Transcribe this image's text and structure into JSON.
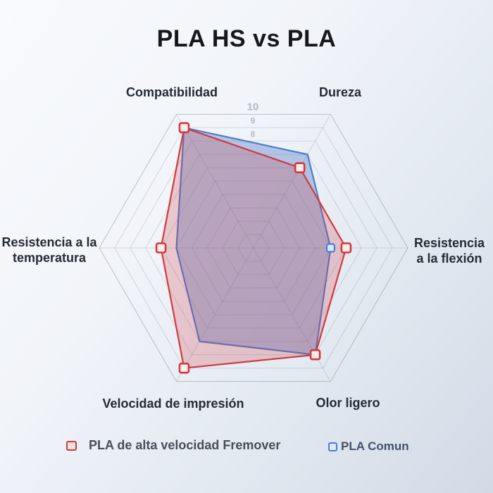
{
  "title": "PLA HS vs PLA",
  "chart_data": {
    "type": "radar",
    "title": "PLA HS vs PLA",
    "categories": [
      "Compatibilidad",
      "Dureza",
      "Resistencia a la flexión",
      "Olor ligero",
      "Velocidad de impresión",
      "Resistencia a la temperatura"
    ],
    "series": [
      {
        "name": "PLA de alta velocidad Fremover",
        "values": [
          9,
          6,
          6,
          8,
          9,
          6
        ],
        "color": "#cf3a40",
        "fill": "rgba(208,58,66,0.24)",
        "marker": "square",
        "marker_points": "all"
      },
      {
        "name": "PLA Comun",
        "values": [
          9,
          7,
          5,
          8,
          7,
          5
        ],
        "color": "#4e7ec9",
        "fill": "rgba(86,127,199,0.40)",
        "marker": "square",
        "marker_points": [
          2
        ]
      }
    ],
    "scale": {
      "min": 0,
      "max": 10,
      "step": 1,
      "visible_tick_labels": [
        "10",
        "9",
        "8"
      ]
    },
    "axis_angles_deg": [
      120,
      60,
      0,
      -60,
      -120,
      180
    ],
    "grid": "hexagonal rings every 1 unit, radial axis lines",
    "legend_position": "bottom",
    "colors": {
      "grid_line": "rgba(125,135,155,0.28)",
      "outer_ring": "rgba(120,130,152,0.45)",
      "tick_label": "#b3b9c6",
      "axis_label": "#262a34",
      "title": "#16181e"
    }
  }
}
